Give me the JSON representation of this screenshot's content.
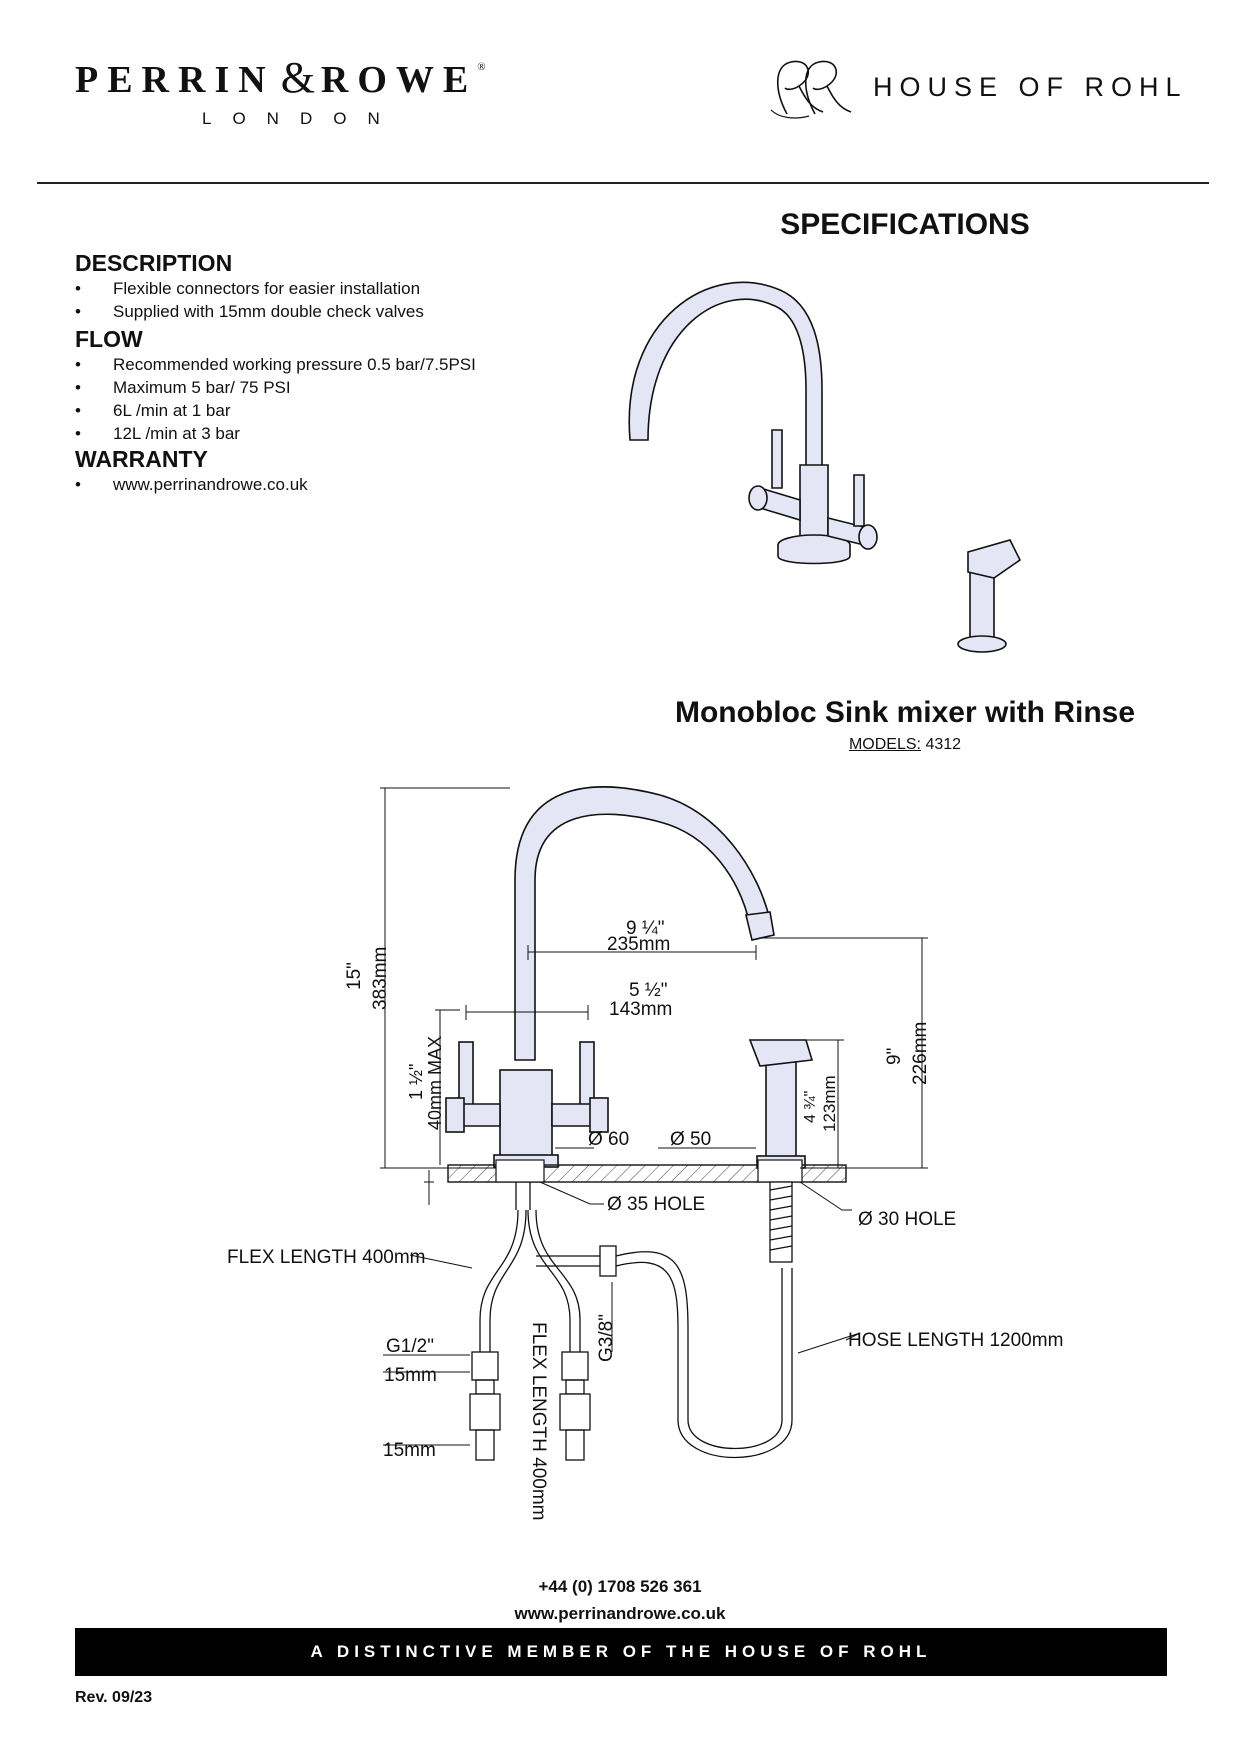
{
  "brand": {
    "name_a": "PERRIN",
    "amp": "&",
    "name_b": "ROWE",
    "reg": "®",
    "sub": "LONDON",
    "rohl": "HOUSE OF ROHL",
    "rohl_monogram": "rohl-monogram-icon"
  },
  "spec_title": "SPECIFICATIONS",
  "sections": {
    "description": {
      "heading": "DESCRIPTION",
      "items": [
        "Flexible connectors for easier installation",
        "Supplied with 15mm double check valves"
      ]
    },
    "flow": {
      "heading": "FLOW",
      "items": [
        "Recommended working pressure 0.5 bar/7.5PSI",
        "Maximum 5 bar/ 75 PSI",
        "6L /min at 1 bar",
        "12L /min at 3 bar"
      ]
    },
    "warranty": {
      "heading": "WARRANTY",
      "items": [
        "www.perrinandrowe.co.uk"
      ]
    }
  },
  "product": {
    "title": "Monobloc Sink mixer with Rinse",
    "models_label": "MODELS:",
    "models_value": "4312"
  },
  "diagram": {
    "height_in": "15\"",
    "height_mm": "383mm",
    "reach_in": "9 ¼\"",
    "reach_mm": "235mm",
    "handle_in": "5 ½\"",
    "handle_mm": "143mm",
    "deck_in": "1 ½\"",
    "deck_mm": "40mm MAX",
    "spout_in": "9\"",
    "spout_mm": "226mm",
    "rinse_in": "4 ¾\"",
    "rinse_mm": "123mm",
    "base_d1": "Ø 60",
    "base_d2": "Ø 50",
    "hole1": "Ø 35 HOLE",
    "hole2": "Ø 30 HOLE",
    "flex1": "FLEX LENGTH 400mm",
    "flex2": "FLEX LENGTH 400mm",
    "g12": "G1/2\"",
    "mm15a": "15mm",
    "mm15b": "15mm",
    "g38": "G3/8\"",
    "hose": "HOSE LENGTH 1200mm"
  },
  "footer": {
    "phone": "+44 (0) 1708 526 361",
    "web": "www.perrinandrowe.co.uk",
    "bar": "A DISTINCTIVE MEMBER OF THE HOUSE OF ROHL",
    "rev": "Rev. 09/23"
  },
  "colors": {
    "tap_fill": "#e4e6f6",
    "line": "#111111"
  }
}
